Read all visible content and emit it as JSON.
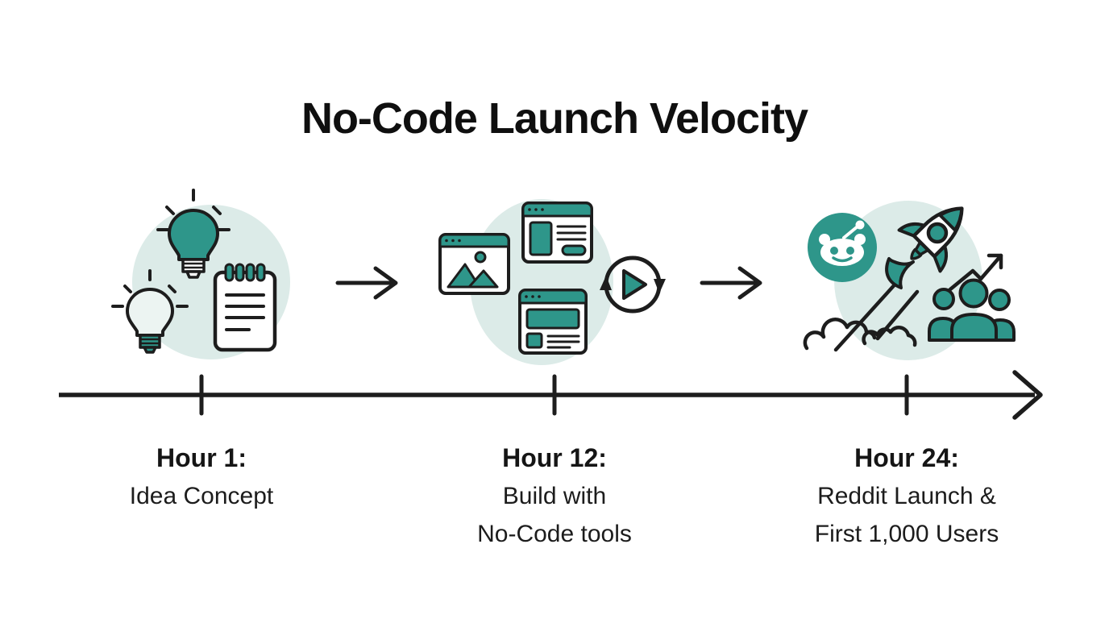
{
  "title": "No-Code Launch Velocity",
  "colors": {
    "accent": "#2e968a",
    "accent_light": "#dcebe8",
    "outline": "#1d1d1d",
    "text": "#151515",
    "background": "#ffffff"
  },
  "stages": [
    {
      "time_label": "Hour 1:",
      "description_lines": [
        "Idea Concept"
      ],
      "icons": [
        "lightbulb-filled-icon",
        "lightbulb-outline-icon",
        "notepad-icon"
      ]
    },
    {
      "time_label": "Hour 12:",
      "description_lines": [
        "Build with",
        "No-Code tools"
      ],
      "icons": [
        "browser-image-window-icon",
        "browser-profile-window-icon",
        "browser-banner-window-icon",
        "refresh-play-icon"
      ]
    },
    {
      "time_label": "Hour 24:",
      "description_lines": [
        "Reddit Launch &",
        "First 1,000 Users"
      ],
      "icons": [
        "reddit-icon",
        "rocket-icon",
        "smoke-clouds-icon",
        "growth-arrow-icon",
        "users-group-icon"
      ]
    }
  ]
}
